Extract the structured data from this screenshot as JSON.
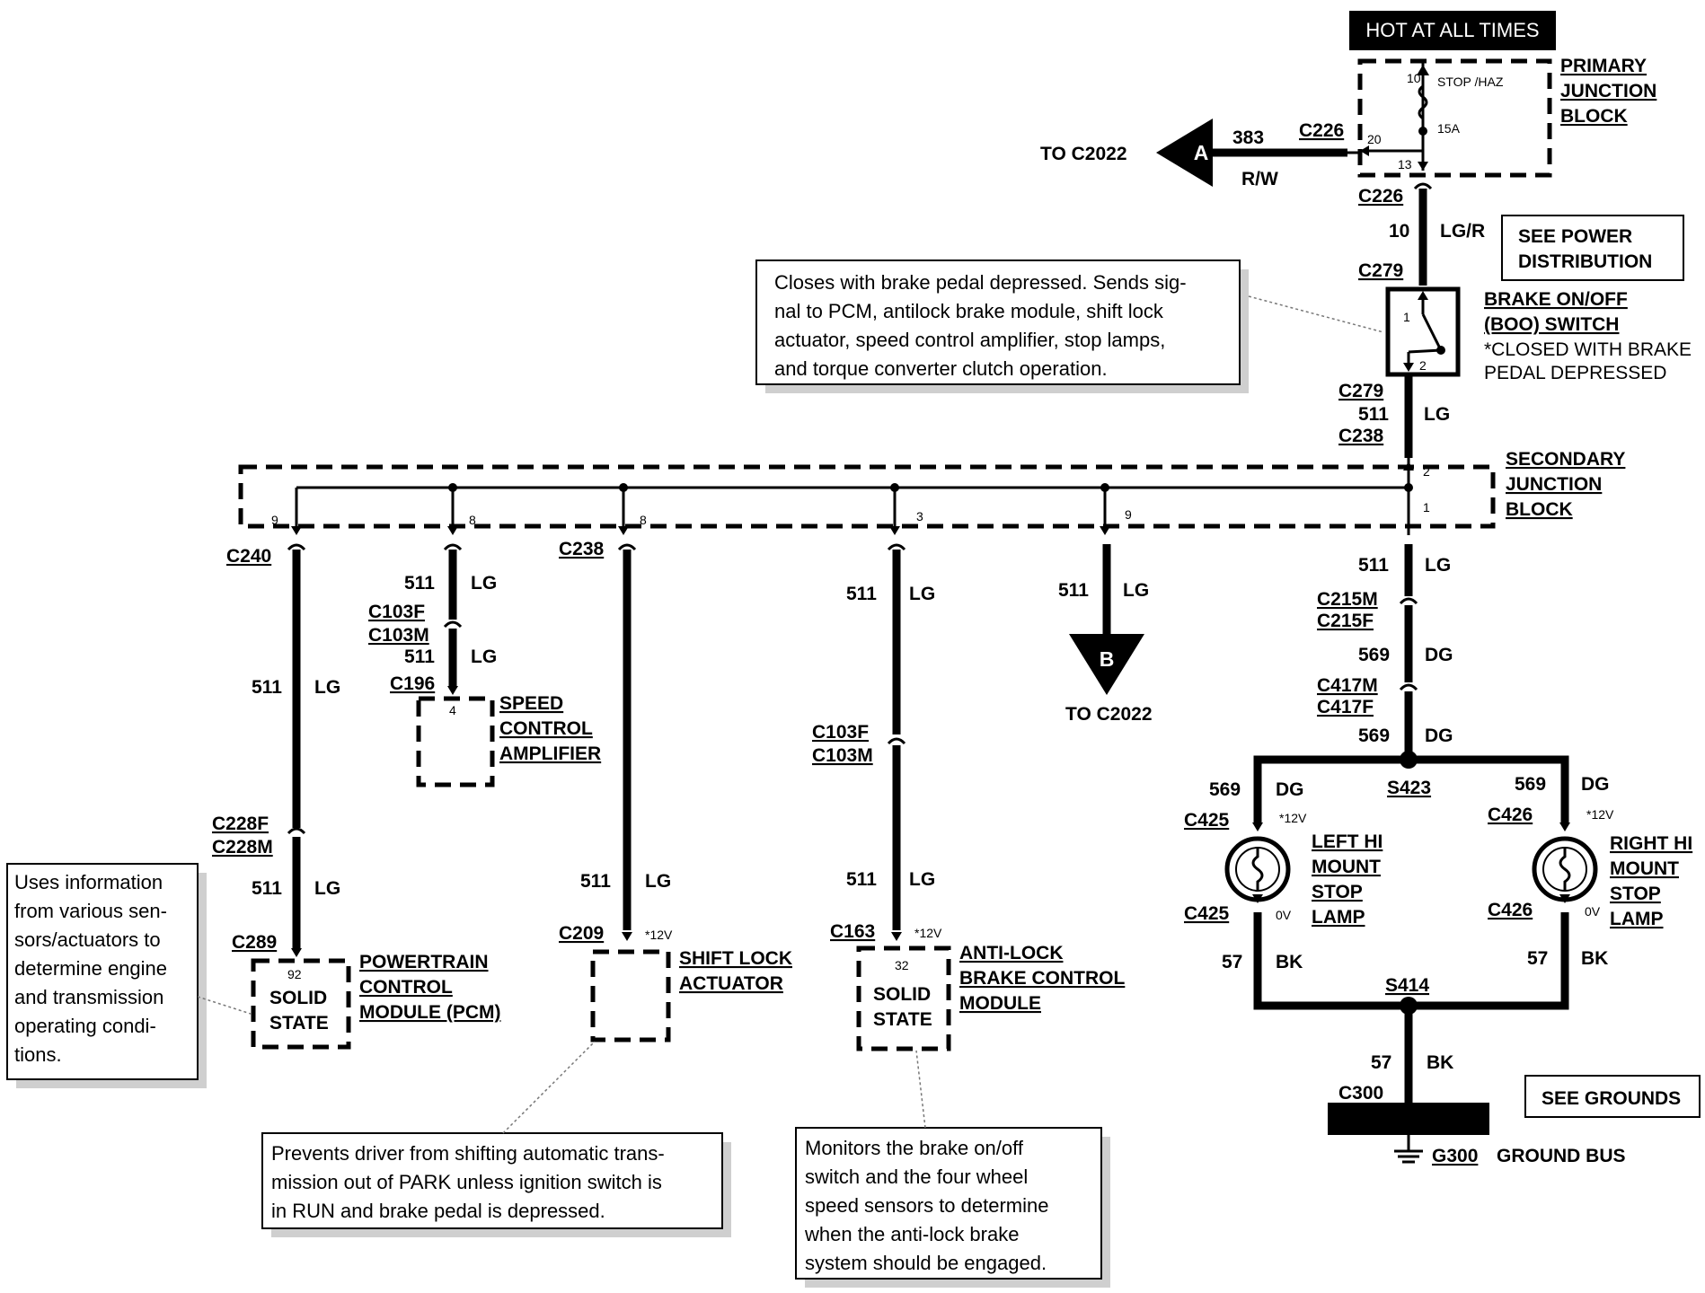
{
  "header": {
    "hot_label": "HOT AT ALL TIMES"
  },
  "primary_junction_block": {
    "name": [
      "PRIMARY",
      "JUNCTION",
      "BLOCK"
    ],
    "fuse_name": "STOP /HAZ",
    "fuse_rating": "15A",
    "pins": {
      "p10": "10",
      "p20": "20",
      "p13": "13"
    }
  },
  "connector_a": {
    "letter": "A",
    "to": "TO C2022",
    "circuit": "383",
    "color": "R/W",
    "connector": "C226"
  },
  "feed": {
    "connector_top": "C226",
    "circuit": "10",
    "color": "LG/R",
    "connector_bottom": "C279"
  },
  "see_power": [
    "SEE POWER",
    "DISTRIBUTION"
  ],
  "boo_switch": {
    "name": [
      "BRAKE ON/OFF",
      "(BOO) SWITCH"
    ],
    "note": [
      "*CLOSED  WITH BRAKE",
      "PEDAL DEPRESSED"
    ],
    "pin1": "1",
    "pin2": "2"
  },
  "notes": {
    "boo": [
      "Closes with brake pedal depressed. Sends sig-",
      "nal to PCM, antilock brake module, shift lock",
      "actuator, speed control amplifier, stop lamps,",
      "and torque converter clutch operation."
    ],
    "pcm": [
      "Uses information",
      "from various sen-",
      "sors/actuators to",
      "determine engine",
      "and transmission",
      "operating condi-",
      "tions."
    ],
    "shift": [
      "Prevents driver from shifting automatic trans-",
      "mission out of PARK unless ignition switch is",
      "in RUN and brake pedal is depressed."
    ],
    "abs": [
      "Monitors the brake on/off",
      "switch and the four wheel",
      "speed sensors to determine",
      "when the  anti-lock brake",
      "system should be engaged."
    ]
  },
  "mid": {
    "conn_top": "C279",
    "circuit": "511",
    "conn_bottom": "C238",
    "color": "LG"
  },
  "secondary_junction_block": {
    "name": [
      "SECONDARY",
      "JUNCTION",
      "BLOCK"
    ],
    "pin_in": "2",
    "pin_out": "1"
  },
  "branches": {
    "pcm": {
      "pin": "9",
      "connector": "C240",
      "circuit1": "511",
      "color1": "LG",
      "inline_f": "C228F",
      "inline_m": "C228M",
      "circuit2": "511",
      "color2": "LG",
      "connector_bottom": "C289",
      "module_pin": "92",
      "solid": "SOLID",
      "state": "STATE",
      "module_name": [
        "POWERTRAIN",
        "CONTROL",
        "MODULE (PCM)"
      ]
    },
    "speed": {
      "pin": "8",
      "circuit1": "511",
      "color1": "LG",
      "inline_f": "C103F",
      "inline_m": "C103M",
      "circuit2": "511",
      "color2": "LG",
      "connector_bottom": "C196",
      "module_pin": "4",
      "module_name": [
        "SPEED",
        "CONTROL",
        "AMPLIFIER"
      ]
    },
    "shift": {
      "pin": "8",
      "connector": "C238",
      "circuit": "511",
      "color": "LG",
      "connector_bottom": "C209",
      "voltage": "*12V",
      "module_name": [
        "SHIFT LOCK",
        "ACTUATOR"
      ]
    },
    "abs": {
      "pin": "3",
      "circuit1": "511",
      "color1": "LG",
      "inline_f": "C103F",
      "inline_m": "C103M",
      "circuit2": "511",
      "color2": "LG",
      "connector_bottom": "C163",
      "voltage": "*12V",
      "module_pin": "32",
      "solid": "SOLID",
      "state": "STATE",
      "module_name": [
        "ANTI-LOCK",
        "BRAKE CONTROL",
        "MODULE"
      ]
    },
    "b": {
      "pin": "9",
      "circuit": "511",
      "color": "LG",
      "letter": "B",
      "to": "TO C2022"
    },
    "lamps": {
      "circuit1": "511",
      "color1": "LG",
      "inline1_m": "C215M",
      "inline1_f": "C215F",
      "circuit2": "569",
      "color2": "DG",
      "inline2_m": "C417M",
      "inline2_f": "C417F",
      "circuit3": "569",
      "color3": "DG",
      "splice_top": "S423",
      "left": {
        "circuit": "569",
        "color": "DG",
        "conn": "C425",
        "voltage": "*12V",
        "conn_bottom": "C425",
        "zero": "0V",
        "ground_circuit": "57",
        "ground_color": "BK",
        "name": [
          "LEFT HI",
          "MOUNT",
          "STOP",
          "LAMP"
        ]
      },
      "right": {
        "circuit": "569",
        "color": "DG",
        "conn": "C426",
        "voltage": "*12V",
        "conn_bottom": "C426",
        "zero": "0V",
        "ground_circuit": "57",
        "ground_color": "BK",
        "name": [
          "RIGHT HI",
          "MOUNT",
          "STOP",
          "LAMP"
        ]
      },
      "splice_bottom": "S414",
      "ground_circuit": "57",
      "ground_color": "BK",
      "ground_connector": "C300",
      "ground_id": "G300",
      "ground_bus": "GROUND BUS",
      "see_grounds": "SEE GROUNDS"
    }
  }
}
